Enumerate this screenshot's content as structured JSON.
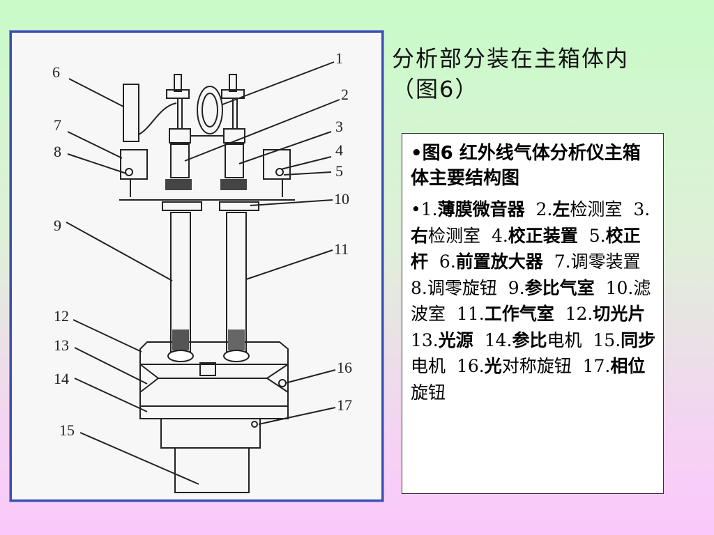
{
  "title": {
    "line1": "分析部分装在主箱体内",
    "line2": "（图6）"
  },
  "caption": {
    "heading": "•图6 红外线气体分析仪主箱体主要结构图",
    "bullet": "•",
    "items": [
      {
        "num": "1.",
        "b": "薄膜微音器",
        "n": ""
      },
      {
        "num": "2.",
        "b": "左",
        "n": "检测室"
      },
      {
        "num": "3.",
        "b": "右",
        "n": "检测室"
      },
      {
        "num": "4.",
        "b": "校正装置",
        "n": ""
      },
      {
        "num": "5.",
        "b": "校正杆",
        "n": ""
      },
      {
        "num": "6.",
        "b": "前置放大器",
        "n": ""
      },
      {
        "num": "7.",
        "b": "",
        "n": "调零装置"
      },
      {
        "num": "8.",
        "b": "",
        "n": "调零旋钮"
      },
      {
        "num": "9.",
        "b": "参比气室",
        "n": ""
      },
      {
        "num": "10.",
        "b": "",
        "n": "滤波室"
      },
      {
        "num": "11.",
        "b": "工作气室",
        "n": ""
      },
      {
        "num": "12.",
        "b": "切光片",
        "n": ""
      },
      {
        "num": "13.",
        "b": "光源",
        "n": ""
      },
      {
        "num": "14.",
        "b": "参比",
        "n": "电机"
      },
      {
        "num": "15.",
        "b": "同步",
        "n": "电机"
      },
      {
        "num": "16.",
        "b": "光",
        "n": "对称旋钮"
      },
      {
        "num": "17.",
        "b": "相位",
        "n": "旋钮"
      }
    ]
  },
  "diagram": {
    "labels": [
      "1",
      "2",
      "3",
      "4",
      "5",
      "6",
      "7",
      "8",
      "9",
      "10",
      "11",
      "12",
      "13",
      "14",
      "15",
      "16",
      "17"
    ]
  }
}
